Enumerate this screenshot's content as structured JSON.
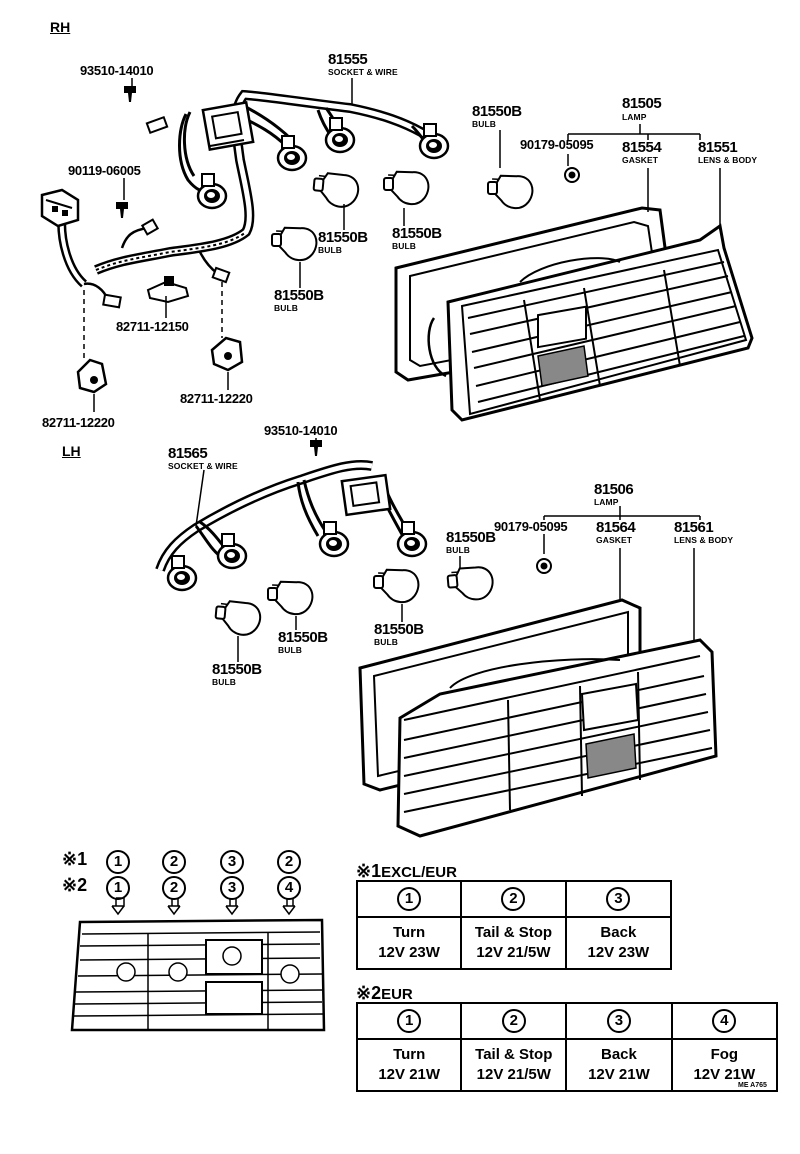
{
  "sections": {
    "rh": "RH",
    "lh": "LH"
  },
  "parts": {
    "p93510_14010": "93510-14010",
    "p81555": "81555",
    "p81555_desc": "SOCKET & WIRE",
    "p90119": "90119-06005",
    "p81550b_bulb_top": "81550B",
    "bulb_word": "BULB",
    "p81505": "81505",
    "p81505_desc": "LAMP",
    "p90179_a": "90179-05095",
    "p81554": "81554",
    "p81554_desc": "GASKET",
    "p81551": "81551",
    "p81551_desc": "LENS & BODY",
    "p81550b": "81550B",
    "p82711_12150": "82711-12150",
    "p82711_12220": "82711-12220",
    "p93510_14010_lh": "93510-14010",
    "p81565": "81565",
    "p81565_desc": "SOCKET & WIRE",
    "p81506": "81506",
    "p81506_desc": "LAMP",
    "p90179_b": "90179-05095",
    "p81564": "81564",
    "p81564_desc": "GASKET",
    "p81561": "81561",
    "p81561_desc": "LENS & BODY"
  },
  "legend": {
    "mark1": "※1",
    "mark2": "※2",
    "row1": [
      "1",
      "2",
      "3",
      "2"
    ],
    "row2": [
      "1",
      "2",
      "3",
      "4"
    ]
  },
  "table1": {
    "mark": "※1",
    "title": "EXCL/EUR",
    "nums": [
      "1",
      "2",
      "3"
    ],
    "names": [
      "Turn",
      "Tail & Stop",
      "Back"
    ],
    "ratings": [
      "12V 23W",
      "12V 21/5W",
      "12V 23W"
    ]
  },
  "table2": {
    "mark": "※2",
    "title": "EUR",
    "nums": [
      "1",
      "2",
      "3",
      "4"
    ],
    "names": [
      "Turn",
      "Tail & Stop",
      "Back",
      "Fog"
    ],
    "ratings": [
      "12V 21W",
      "12V 21/5W",
      "12V 21W",
      "12V 21W"
    ]
  },
  "code": "ME A765"
}
